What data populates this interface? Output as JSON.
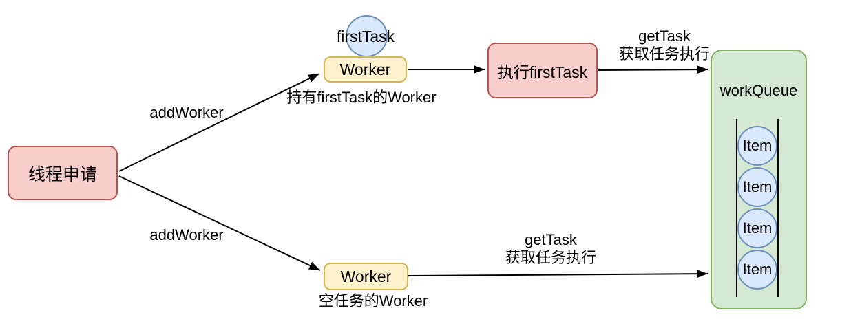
{
  "diagram": {
    "title_hint": "线程池 Worker / workQueue 流程图",
    "colors": {
      "red_fill": "#f8cecc",
      "red_stroke": "#b85450",
      "yellow_fill": "#fff2cc",
      "yellow_stroke": "#d6b656",
      "blue_fill": "#dae8fc",
      "blue_stroke": "#6c8ebf",
      "green_fill": "#d5e8d4",
      "green_stroke": "#82b366",
      "arrow": "#000000",
      "text": "#000000",
      "background": "#ffffff"
    },
    "nodes": {
      "thread_request": {
        "label": "线程申请"
      },
      "first_task": {
        "label": "firstTask"
      },
      "worker_top": {
        "label": "Worker",
        "caption": "持有firstTask的Worker"
      },
      "exec_first_task": {
        "label": "执行firstTask"
      },
      "worker_bottom": {
        "label": "Worker",
        "caption": "空任务的Worker"
      },
      "work_queue": {
        "title": "workQueue",
        "items": [
          "Item",
          "Item",
          "Item",
          "Item"
        ]
      }
    },
    "edges": {
      "add_worker_top": {
        "label": "addWorker"
      },
      "add_worker_bottom": {
        "label": "addWorker"
      },
      "get_task_top": {
        "label_line1": "getTask",
        "label_line2": "获取任务执行"
      },
      "get_task_bottom": {
        "label_line1": "getTask",
        "label_line2": "获取任务执行"
      }
    }
  }
}
